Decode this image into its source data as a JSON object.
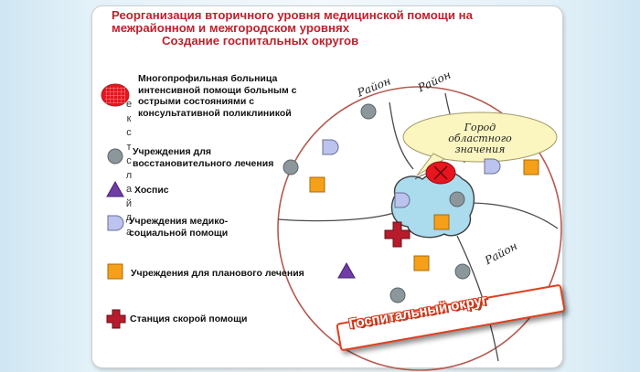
{
  "title": {
    "line1": "Реорганизация вторичного уровня медицинской помощи на",
    "line2": "межрайонном и межгородском уровнях",
    "line3": "Создание госпитальных округов"
  },
  "legend": [
    {
      "key": "hospital",
      "label_lines": [
        "Многопрофильная больница",
        "интенсивной помощи больным с",
        "острыми состояниями с",
        "консультативной поликлиникой"
      ]
    },
    {
      "key": "rehab",
      "label_lines": [
        "Учреждения для",
        "восстановительного лечения"
      ]
    },
    {
      "key": "hospice",
      "label_lines": [
        "Хоспис"
      ]
    },
    {
      "key": "social",
      "label_lines": [
        "Учреждения медико-",
        "социальной помощи"
      ]
    },
    {
      "key": "planned",
      "label_lines": [
        "Учреждения для планового лечения"
      ]
    },
    {
      "key": "ambulance",
      "label_lines": [
        "Станция скорой помощи"
      ]
    }
  ],
  "overlay_letters": [
    "е",
    "к",
    "с",
    "т",
    "с",
    "л",
    "а",
    "й",
    "д",
    "а"
  ],
  "district_labels": [
    "Район",
    "Район",
    "Район"
  ],
  "city_label_lines": [
    "Город",
    "областного",
    "значения"
  ],
  "banner_label": "Госпитальный округ",
  "colors": {
    "title": "#c0202c",
    "hospital_fill": "#e8141e",
    "hospital_legend_stroke": "#a8242c",
    "rehab": "#8c979c",
    "hospice": "#6f3ca8",
    "social": "#bcc3ee",
    "planned": "#f5a018",
    "ambulance": "#b61c2c",
    "circle_stroke": "#b55a50",
    "road": "#4a4a4a",
    "city_fill": "#aadcee",
    "city_callout": "#fbf5c0",
    "banner": "#e04020"
  },
  "icons": [
    "hospital-icon",
    "rehab-center-icon",
    "hospice-icon",
    "social-care-icon",
    "planned-care-icon",
    "ambulance-station-icon"
  ]
}
